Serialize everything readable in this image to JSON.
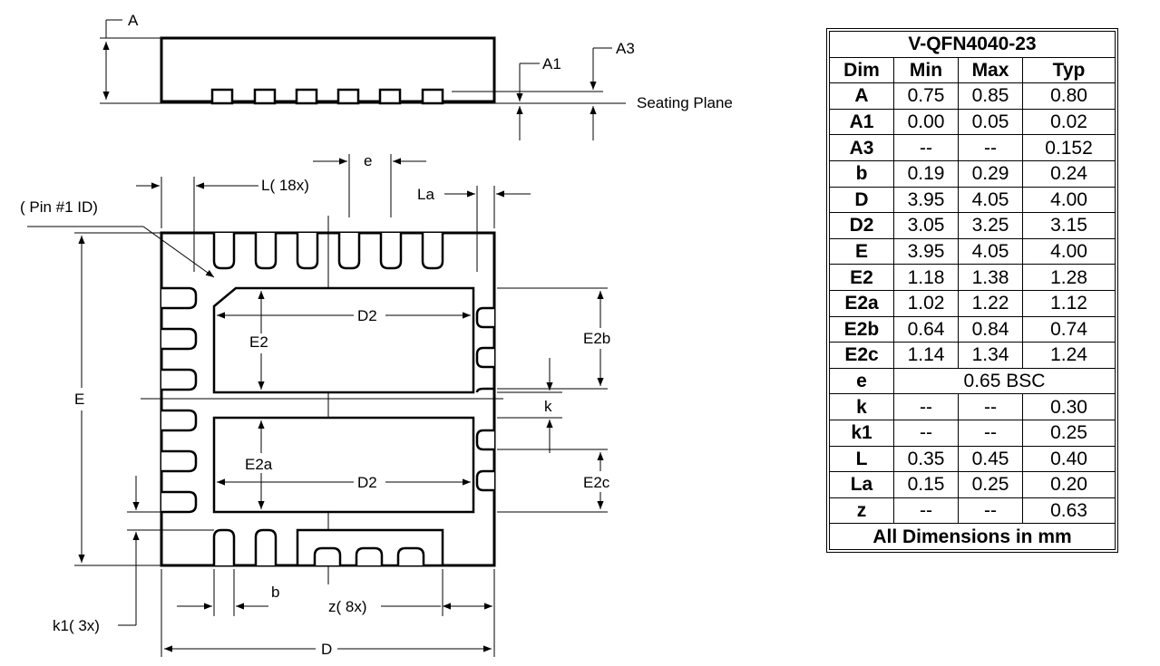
{
  "drawing": {
    "labels": {
      "A": "A",
      "A1": "A1",
      "A3": "A3",
      "seating_plane": "Seating Plane",
      "e": "e",
      "L": "L(  18x)",
      "La": "La",
      "pin1": "(  Pin #1 ID)",
      "D2_top": "D2",
      "E2": "E2",
      "E2b": "E2b",
      "E": "E",
      "k": "k",
      "E2a": "E2a",
      "D2_bottom": "D2",
      "E2c": "E2c",
      "b": "b",
      "z": "z(  8x)",
      "k1": "k1(  3x)",
      "D": "D"
    }
  },
  "table": {
    "title": "V-QFN4040-23",
    "headers": [
      "Dim",
      "Min",
      "Max",
      "Typ"
    ],
    "rows": [
      {
        "dim": "A",
        "min": "0.75",
        "max": "0.85",
        "typ": "0.80"
      },
      {
        "dim": "A1",
        "min": "0.00",
        "max": "0.05",
        "typ": "0.02"
      },
      {
        "dim": "A3",
        "min": "--",
        "max": "--",
        "typ": "0.152"
      },
      {
        "dim": "b",
        "min": "0.19",
        "max": "0.29",
        "typ": "0.24"
      },
      {
        "dim": "D",
        "min": "3.95",
        "max": "4.05",
        "typ": "4.00"
      },
      {
        "dim": "D2",
        "min": "3.05",
        "max": "3.25",
        "typ": "3.15"
      },
      {
        "dim": "E",
        "min": "3.95",
        "max": "4.05",
        "typ": "4.00"
      },
      {
        "dim": "E2",
        "min": "1.18",
        "max": "1.38",
        "typ": "1.28"
      },
      {
        "dim": "E2a",
        "min": "1.02",
        "max": "1.22",
        "typ": "1.12"
      },
      {
        "dim": "E2b",
        "min": "0.64",
        "max": "0.84",
        "typ": "0.74"
      },
      {
        "dim": "E2c",
        "min": "1.14",
        "max": "1.34",
        "typ": "1.24"
      },
      {
        "dim": "e",
        "span": "0.65 BSC"
      },
      {
        "dim": "k",
        "min": "--",
        "max": "--",
        "typ": "0.30"
      },
      {
        "dim": "k1",
        "min": "--",
        "max": "--",
        "typ": "0.25"
      },
      {
        "dim": "L",
        "min": "0.35",
        "max": "0.45",
        "typ": "0.40"
      },
      {
        "dim": "La",
        "min": "0.15",
        "max": "0.25",
        "typ": "0.20"
      },
      {
        "dim": "z",
        "min": "--",
        "max": "--",
        "typ": "0.63"
      }
    ],
    "footer": "All Dimensions in mm"
  }
}
